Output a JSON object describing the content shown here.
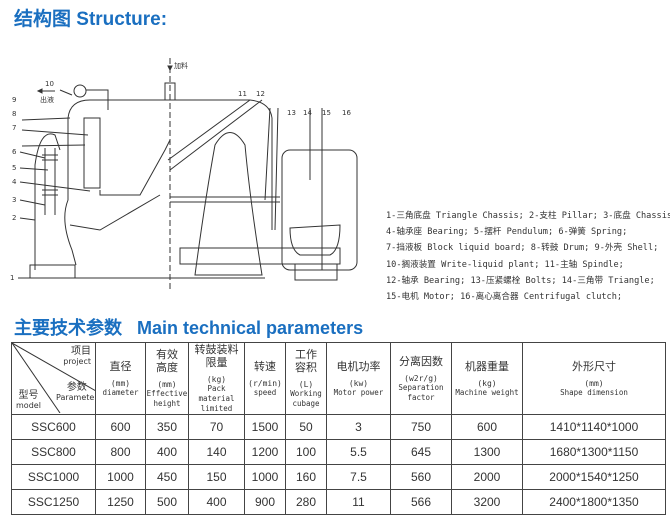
{
  "structure_title": "结构图 Structure:",
  "params_title": "主要技术参数   Main technical parameters",
  "drawing": {
    "labels": [
      "1",
      "2",
      "3",
      "4",
      "5",
      "6",
      "7",
      "8",
      "9",
      "10",
      "11",
      "12",
      "13",
      "14",
      "15",
      "16"
    ],
    "feed_label": "加料",
    "outlet_label": "出液"
  },
  "legend": [
    "1-三角底盘 Triangle Chassis; 2-支柱 Pillar; 3-底盘 Chassis;",
    "4-轴承座 Bearing; 5-摆杆 Pendulum; 6-弹簧 Spring;",
    "7-挡液板 Block liquid board; 8-转鼓 Drum; 9-外壳 Shell;",
    "10-搁液装置 Write-liquid plant; 11-主轴 Spindle;",
    "12-轴承 Bearing; 13-压紧螺栓 Bolts; 14-三角带 Triangle;",
    "15-电机 Motor; 16-离心离合器 Centrifugal clutch;"
  ],
  "table": {
    "corner": {
      "project_zh": "项目",
      "project_en": "project",
      "param_zh": "参数",
      "param_en": "Parameter",
      "model_zh": "型号",
      "model_en": "model"
    },
    "columns": [
      {
        "zh": "直径",
        "unit": "(mm)",
        "en": "diameter"
      },
      {
        "zh": "有效高度",
        "unit": "(mm)",
        "en": "Effective height"
      },
      {
        "zh": "转鼓装料限量",
        "unit": "(kg)",
        "en": "Pack material limited"
      },
      {
        "zh": "转速",
        "unit": "(r/min)",
        "en": "speed"
      },
      {
        "zh": "工作容积",
        "unit": "(L)",
        "en": "Working cubage"
      },
      {
        "zh": "电机功率",
        "unit": "(kw)",
        "en": "Motor power"
      },
      {
        "zh": "分离因数",
        "unit": "(w2r/g)",
        "en": "Separation factor"
      },
      {
        "zh": "机器重量",
        "unit": "(kg)",
        "en": "Machine weight"
      },
      {
        "zh": "外形尺寸",
        "unit": "(mm)",
        "en": "Shape dimension"
      }
    ],
    "rows": [
      [
        "SSC600",
        "600",
        "350",
        "70",
        "1500",
        "50",
        "3",
        "750",
        "600",
        "1410*1140*1000"
      ],
      [
        "SSC800",
        "800",
        "400",
        "140",
        "1200",
        "100",
        "5.5",
        "645",
        "1300",
        "1680*1300*1150"
      ],
      [
        "SSC1000",
        "1000",
        "450",
        "150",
        "1000",
        "160",
        "7.5",
        "560",
        "2000",
        "2000*1540*1250"
      ],
      [
        "SSC1250",
        "1250",
        "500",
        "400",
        "900",
        "280",
        "11",
        "566",
        "3200",
        "2400*1800*1350"
      ]
    ]
  }
}
